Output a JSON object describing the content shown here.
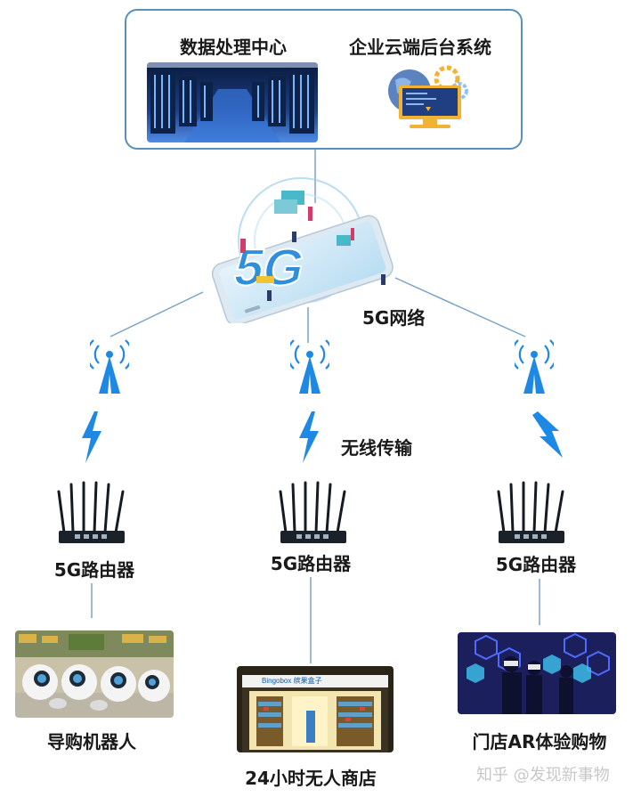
{
  "cloud": {
    "data_center_label": "数据处理中心",
    "cloud_backend_label": "企业云端后台系统"
  },
  "network": {
    "phone_text": "5G",
    "label": "5G网络",
    "wireless_label": "无线传输"
  },
  "routers": [
    {
      "label": "5G路由器"
    },
    {
      "label": "5G路由器"
    },
    {
      "label": "5G路由器"
    }
  ],
  "endpoints": [
    {
      "label": "导购机器人"
    },
    {
      "label": "24小时无人商店",
      "sign": "Bingobox 缤果盒子"
    },
    {
      "label": "门店AR体验购物"
    }
  ],
  "watermark": "知乎 @发现新事物",
  "colors": {
    "accent": "#1e88e5",
    "line": "#6f9fc4",
    "box_border": "#5a8fb8"
  }
}
